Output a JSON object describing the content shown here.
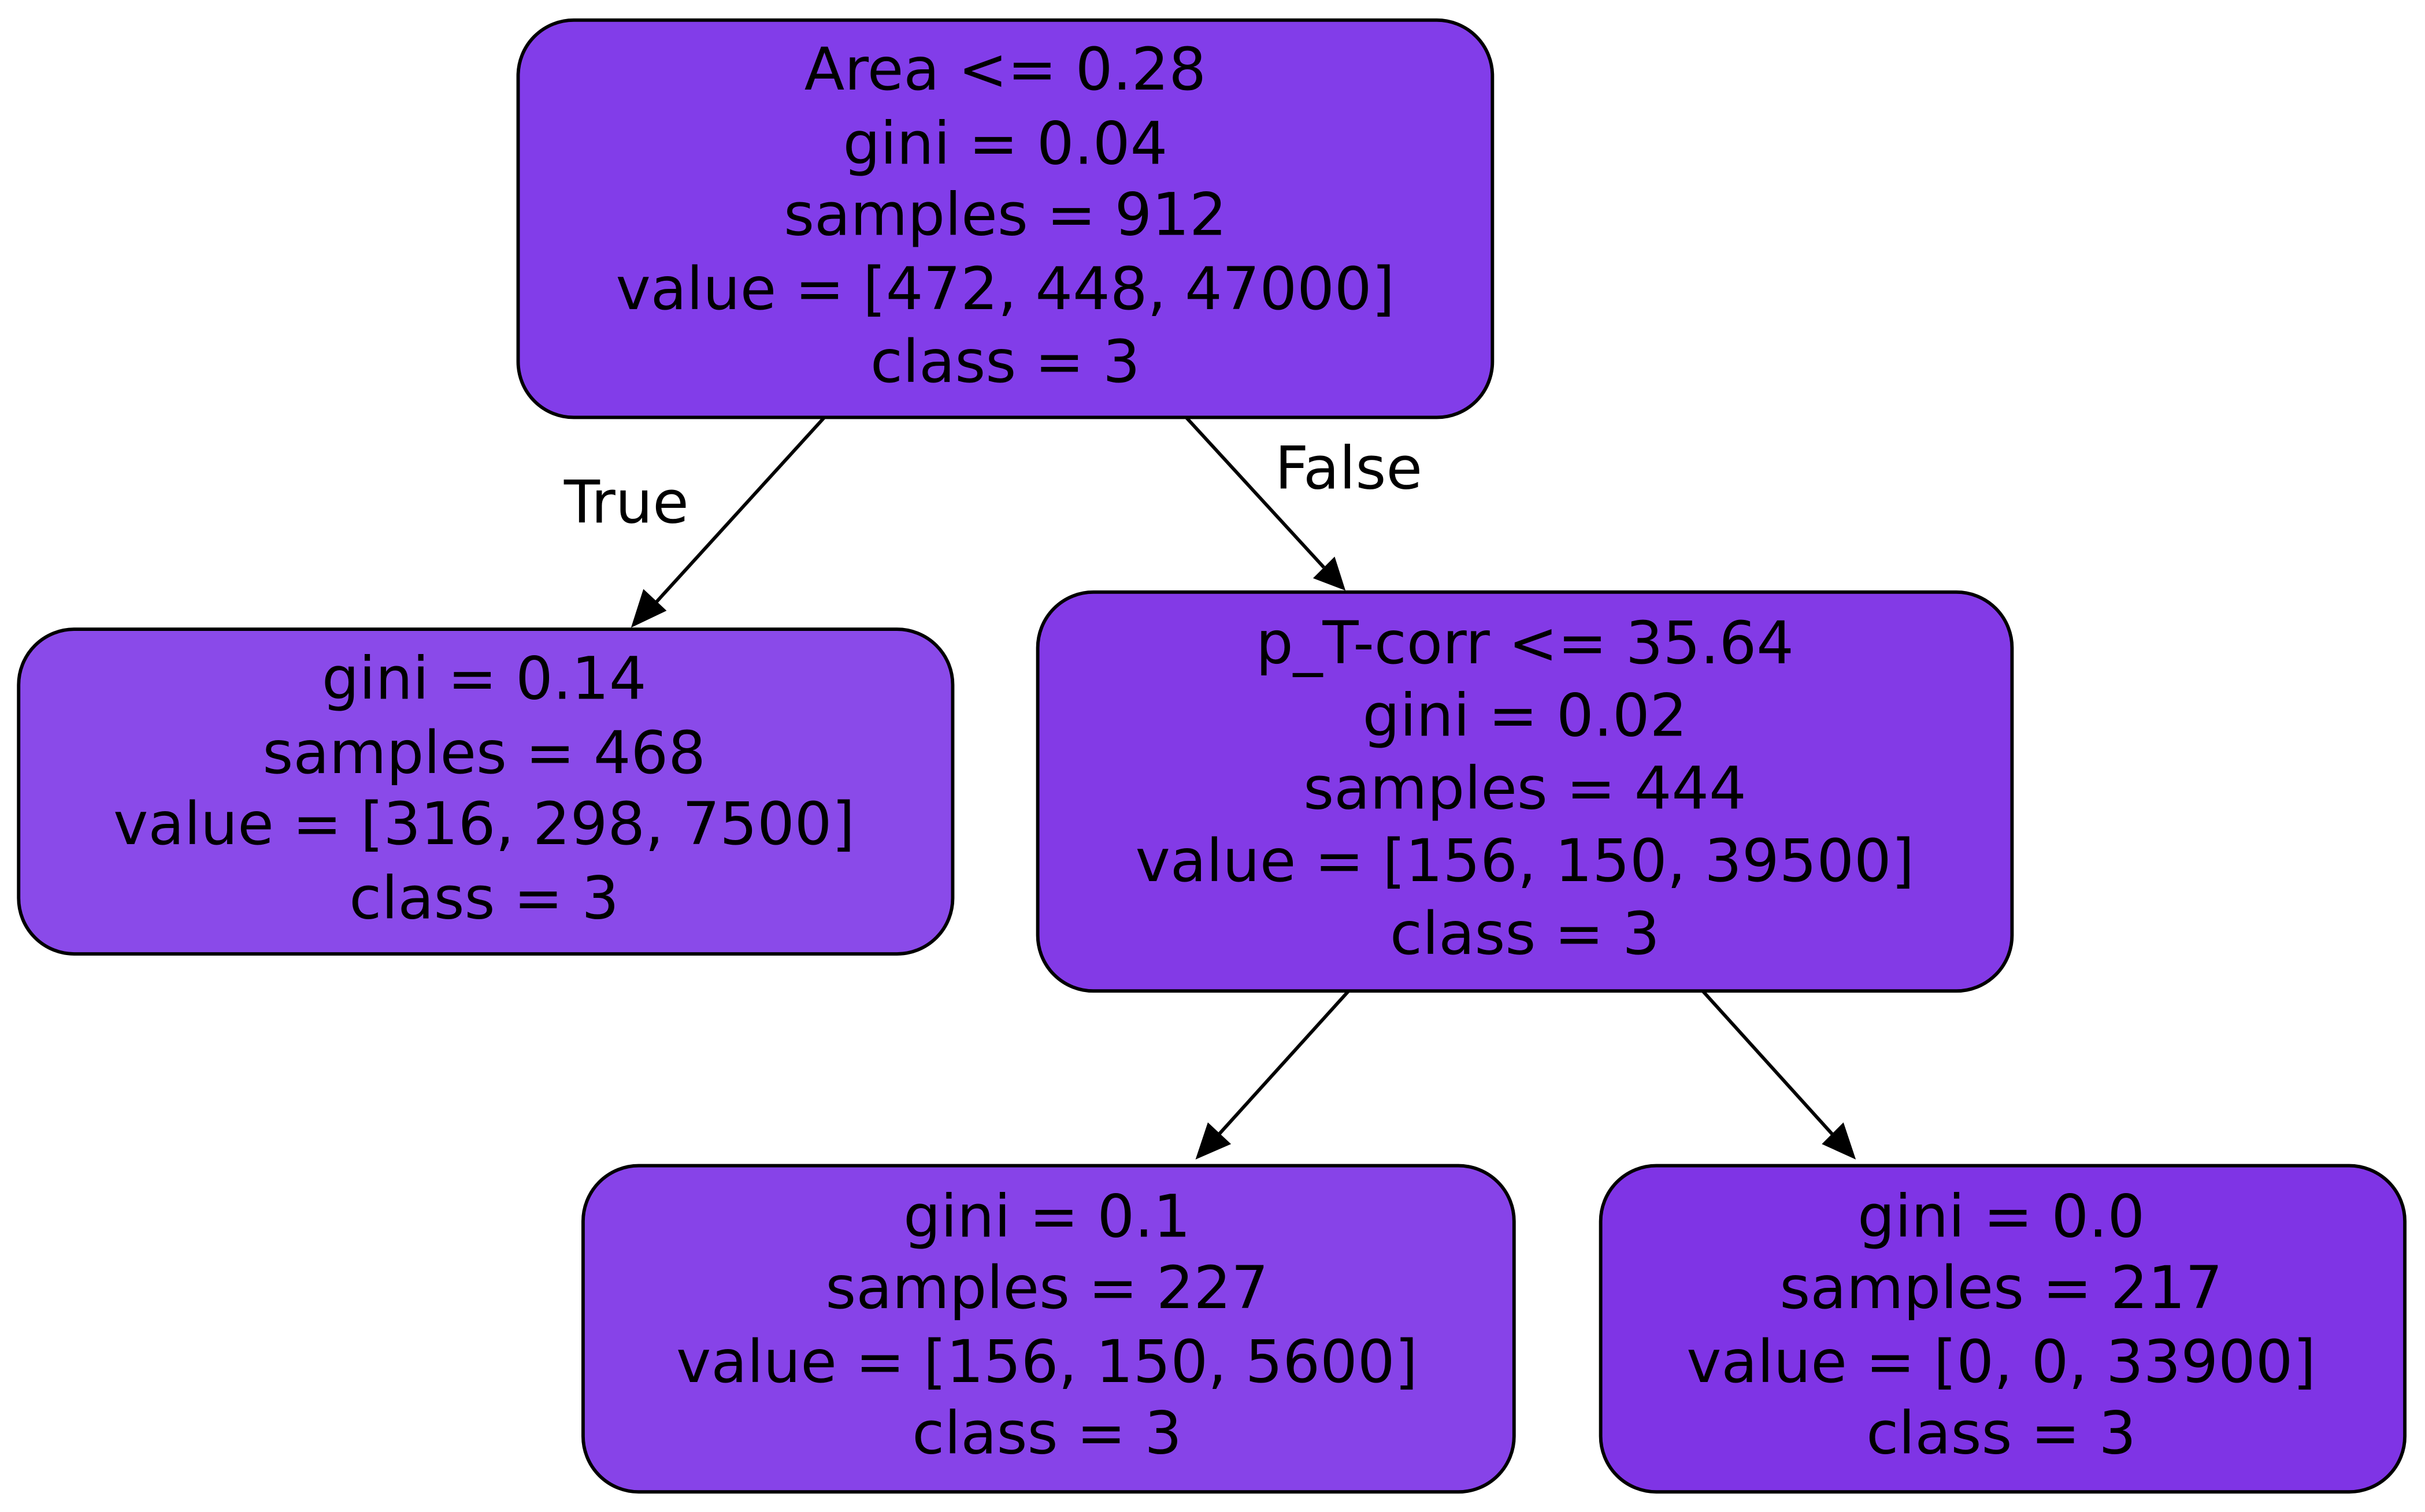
{
  "tree": {
    "nodes": [
      {
        "id": "root",
        "fill": "#823de9",
        "lines": [
          "Area <= 0.28",
          "gini = 0.04",
          "samples = 912",
          "value = [472, 448, 47000]",
          "class = 3"
        ]
      },
      {
        "id": "left-leaf",
        "fill": "#8a4ae9",
        "lines": [
          "gini = 0.14",
          "samples = 468",
          "value = [316, 298, 7500]",
          "class = 3"
        ]
      },
      {
        "id": "right-split",
        "fill": "#833ae6",
        "lines": [
          "p_T-corr <= 35.64",
          "gini = 0.02",
          "samples = 444",
          "value = [156, 150, 39500]",
          "class = 3"
        ]
      },
      {
        "id": "right-left-leaf",
        "fill": "#8743e8",
        "lines": [
          "gini = 0.1",
          "samples = 227",
          "value = [156, 150, 5600]",
          "class = 3"
        ]
      },
      {
        "id": "right-right-leaf",
        "fill": "#7f34e5",
        "lines": [
          "gini = 0.0",
          "samples = 217",
          "value = [0, 0, 33900]",
          "class = 3"
        ]
      }
    ],
    "edges": [
      {
        "from": "root",
        "to": "left-leaf",
        "label": "True"
      },
      {
        "from": "root",
        "to": "right-split",
        "label": "False"
      },
      {
        "from": "right-split",
        "to": "right-left-leaf",
        "label": ""
      },
      {
        "from": "right-split",
        "to": "right-right-leaf",
        "label": ""
      }
    ],
    "colors": {
      "stroke": "#000000",
      "text": "#000000",
      "background": "#ffffff"
    }
  }
}
